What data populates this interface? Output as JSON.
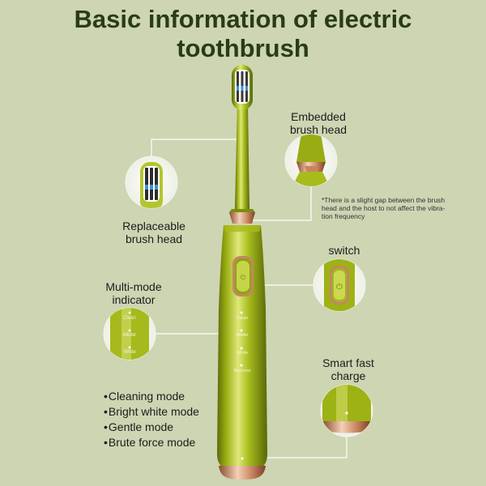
{
  "title_line1": "Basic information of electric",
  "title_line2": "toothbrush",
  "callouts": {
    "embedded": {
      "line1": "Embedded",
      "line2": "brush head"
    },
    "note": {
      "line1": "*There is a slight gap between the brush",
      "line2": "head and the host to not affect the vibra-",
      "line3": "tion frequency"
    },
    "replaceable": {
      "line1": "Replaceable",
      "line2": "brush head"
    },
    "switch": "switch",
    "multimode": {
      "line1": "Multi-mode",
      "line2": "indicator"
    },
    "charge": {
      "line1": "Smart fast",
      "line2": "charge"
    }
  },
  "body_modes": [
    "Clean",
    "Milder",
    "White",
    "Maxcore"
  ],
  "indicator_modes": [
    "Clean",
    "Milder",
    "White"
  ],
  "features": [
    "Cleaning mode",
    "Bright white mode",
    "Gentle mode",
    "Brute force mode"
  ],
  "colors": {
    "background": "#cdd5b3",
    "body_green": "#9cae16",
    "rose_gold": "#d19a7a",
    "title": "#2a3d12"
  }
}
